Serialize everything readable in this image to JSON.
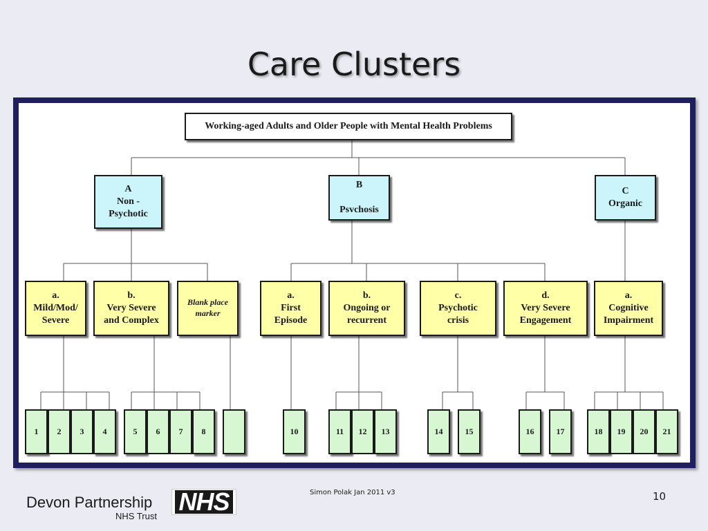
{
  "title": "Care Clusters",
  "diagram": {
    "root": "Working-aged Adults and Older People with Mental Health Problems",
    "categories": [
      {
        "id": "A",
        "label": "A\nNon -\nPsychotic"
      },
      {
        "id": "B",
        "label": "B\n\nPsvchosis"
      },
      {
        "id": "C",
        "label": "C\nOrganic"
      }
    ],
    "subcategories": [
      {
        "id": "Aa",
        "label": "a.\nMild/Mod/\nSevere"
      },
      {
        "id": "Ab",
        "label": "b.\nVery Severe\nand Complex"
      },
      {
        "id": "Ac",
        "label": "Blank place\nmarker"
      },
      {
        "id": "Ba",
        "label": "a.\nFirst\nEpisode"
      },
      {
        "id": "Bb",
        "label": "b.\nOngoing or\nrecurrent"
      },
      {
        "id": "Bc",
        "label": "c.\nPsychotic\ncrisis"
      },
      {
        "id": "Bd",
        "label": "d.\nVery Severe\nEngagement"
      },
      {
        "id": "Ca",
        "label": "a.\nCognitive\nImpairment"
      }
    ],
    "clusters": [
      "1",
      "2",
      "3",
      "4",
      "5",
      "6",
      "7",
      "8",
      "",
      "10",
      "11",
      "12",
      "13",
      "14",
      "15",
      "16",
      "17",
      "18",
      "19",
      "20",
      "21"
    ]
  },
  "colors": {
    "category_fill": "#ccf5fb",
    "subcategory_fill": "#ffffa8",
    "cluster_fill": "#d6f7d2",
    "frame": "#1f1f60"
  },
  "footer": {
    "organisation": "Devon Partnership",
    "nhs_logo": "NHS",
    "trust": "NHS Trust",
    "credit": "Simon Polak Jan 2011 v3",
    "page_number": "10"
  }
}
